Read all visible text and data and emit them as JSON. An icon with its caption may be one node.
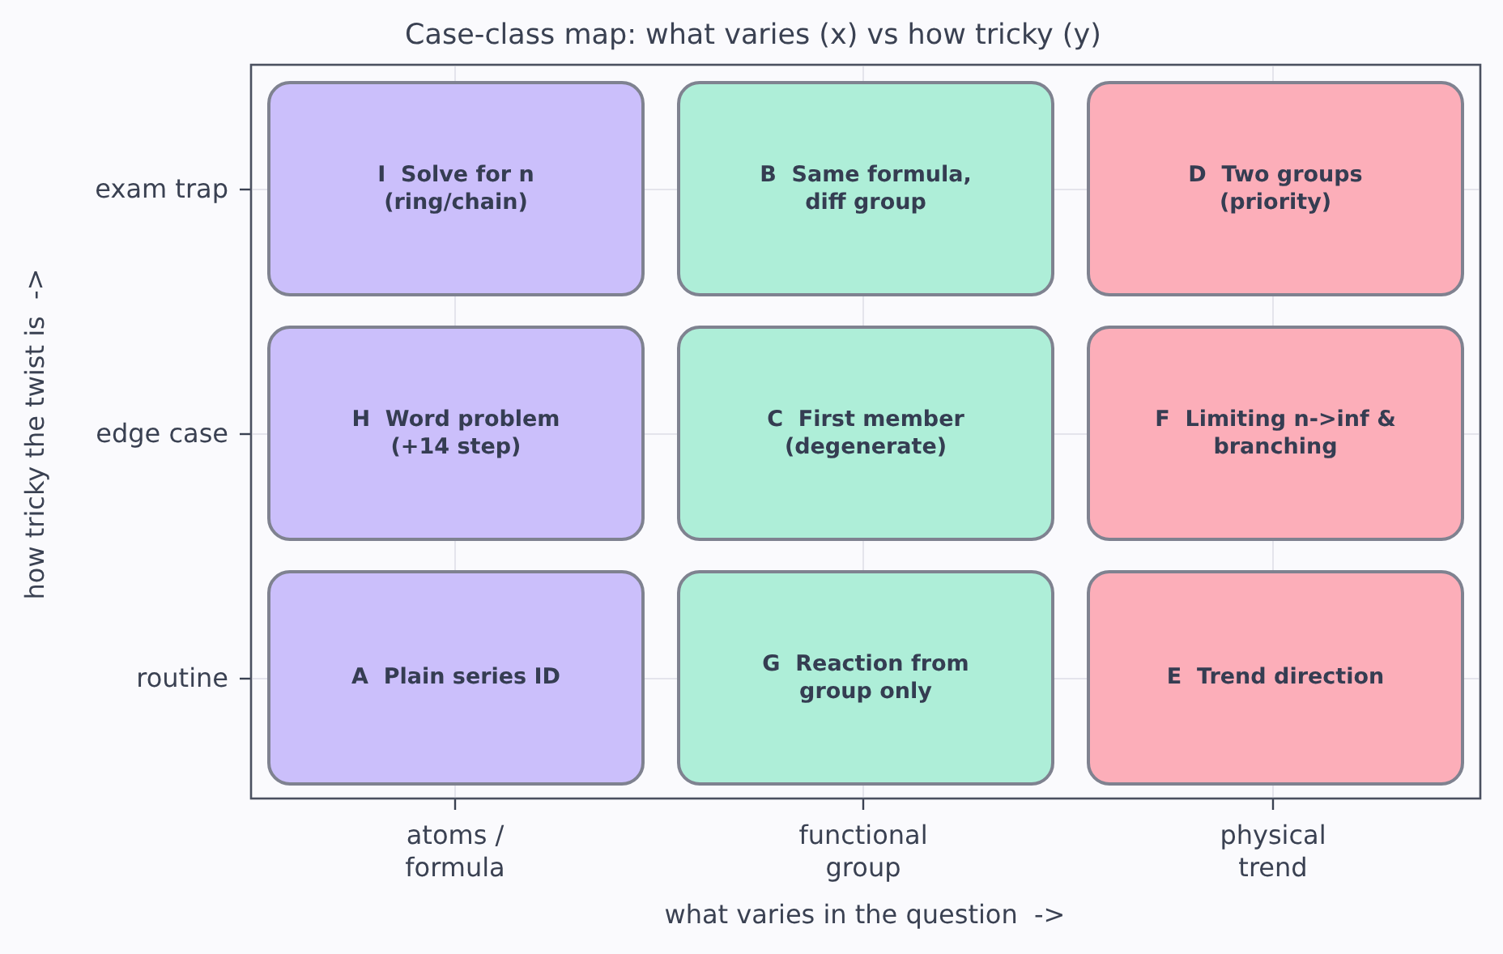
{
  "diagram": {
    "title": "Case-class map: what varies (x) vs how tricky (y)",
    "nodes": [
      {
        "text": [
          "I  Solve for n (ring/chain)"
        ]
      },
      {
        "text": [
          "B  Same formula, diff group"
        ]
      },
      {
        "text": [
          "D  Two groups (priority)"
        ]
      },
      {
        "text": [
          "H  Word problem (+14 step)"
        ]
      },
      {
        "text": [
          "C  First member (degenerate)"
        ]
      },
      {
        "text": [
          "F  Limiting n->inf & branching"
        ]
      },
      {
        "text": [
          "A  Plain series ID"
        ]
      },
      {
        "text": [
          "G  Reaction from group only"
        ]
      },
      {
        "text": [
          "E  Trend direction"
        ]
      }
    ],
    "edges": [],
    "labels": [
      "exam trap",
      "edge case",
      "routine",
      "atoms / formula",
      "functional group",
      "physical trend",
      "what varies in the question  ->",
      "how tricky the twist is  ->"
    ]
  }
}
